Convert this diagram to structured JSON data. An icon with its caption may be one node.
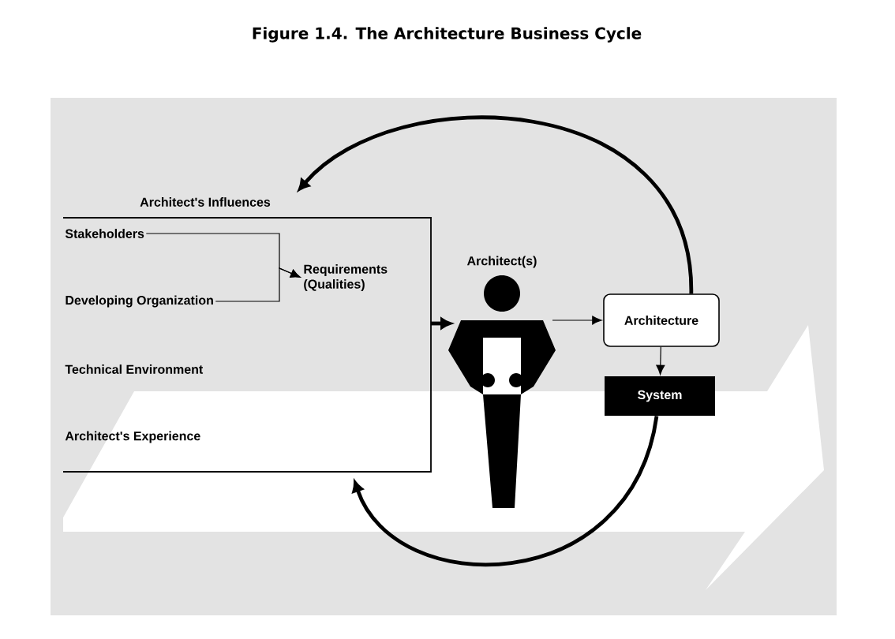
{
  "diagram": {
    "title": "Figure 1.4. The Architecture Business Cycle",
    "nodes": [
      {
        "text": [
          "Architect's Influences"
        ]
      },
      {
        "text": [
          "Stakeholders"
        ],
        "in": 0
      },
      {
        "text": [
          "Developing Organization"
        ],
        "in": 0
      },
      {
        "text": [
          "Requirements (Qualities)"
        ],
        "in": 0
      },
      {
        "text": [
          "Technical Environment"
        ],
        "in": 0
      },
      {
        "text": [
          "Architect's Experience"
        ],
        "in": 0
      },
      {
        "text": [],
        "shape": "person",
        "beside": [
          "Architect(s)"
        ]
      },
      {
        "text": [
          "Architecture"
        ]
      },
      {
        "text": [
          "System"
        ]
      }
    ],
    "edges": [
      {
        "from": 1,
        "to": 3,
        "arrow": "to"
      },
      {
        "from": 2,
        "to": 3,
        "arrow": "to"
      },
      {
        "from": 0,
        "to": 6,
        "arrow": "to",
        "style": "thick"
      },
      {
        "from": 6,
        "to": 7,
        "arrow": "to"
      },
      {
        "from": 7,
        "to": 8,
        "arrow": "to"
      },
      {
        "from": 7,
        "to": 0,
        "arrow": "to",
        "style": "thick"
      },
      {
        "from": 8,
        "to": 0,
        "arrow": "to",
        "style": "thick"
      }
    ]
  }
}
